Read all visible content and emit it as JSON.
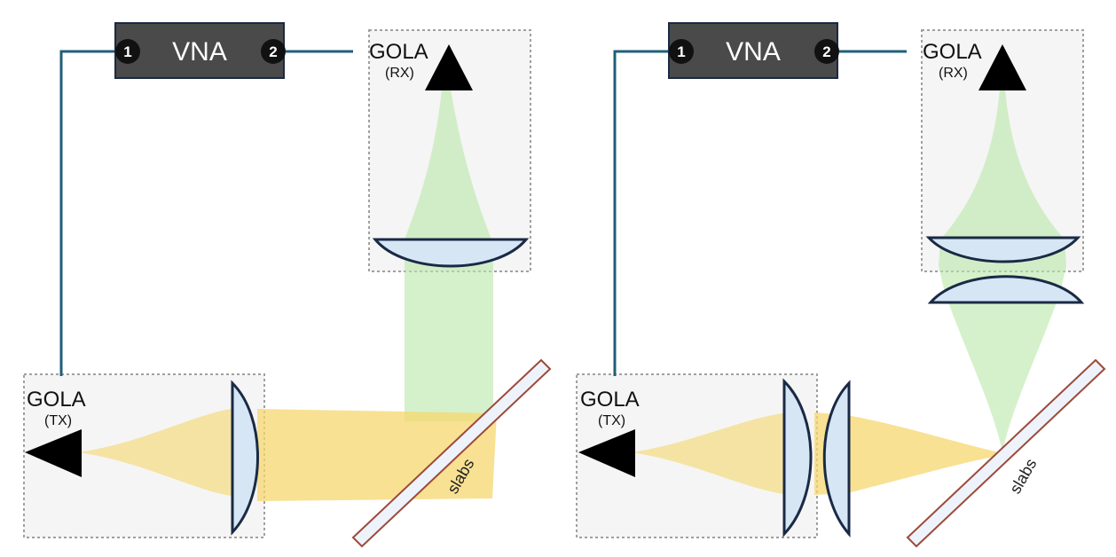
{
  "panels": [
    {
      "vna": {
        "label": "VNA",
        "port1": "1",
        "port2": "2"
      },
      "rx": {
        "label": "GOLA",
        "sub": "(RX)"
      },
      "tx": {
        "label": "GOLA",
        "sub": "(TX)"
      },
      "slab_label": "slabs"
    },
    {
      "vna": {
        "label": "VNA",
        "port1": "1",
        "port2": "2"
      },
      "rx": {
        "label": "GOLA",
        "sub": "(RX)"
      },
      "tx": {
        "label": "GOLA",
        "sub": "(TX)"
      },
      "slab_label": "slabs"
    }
  ],
  "colors": {
    "vna_fill": "#4a4a4a",
    "cable": "#1f5f7a",
    "tx_beam": "#f5d76e",
    "rx_beam": "#b9e8a8",
    "lens_fill": "#d6e6f5",
    "lens_stroke": "#1a2a44",
    "box_fill": "#f5f5f5",
    "box_stroke": "#9a9a9a",
    "slab_stroke": "#9c4a3a"
  }
}
